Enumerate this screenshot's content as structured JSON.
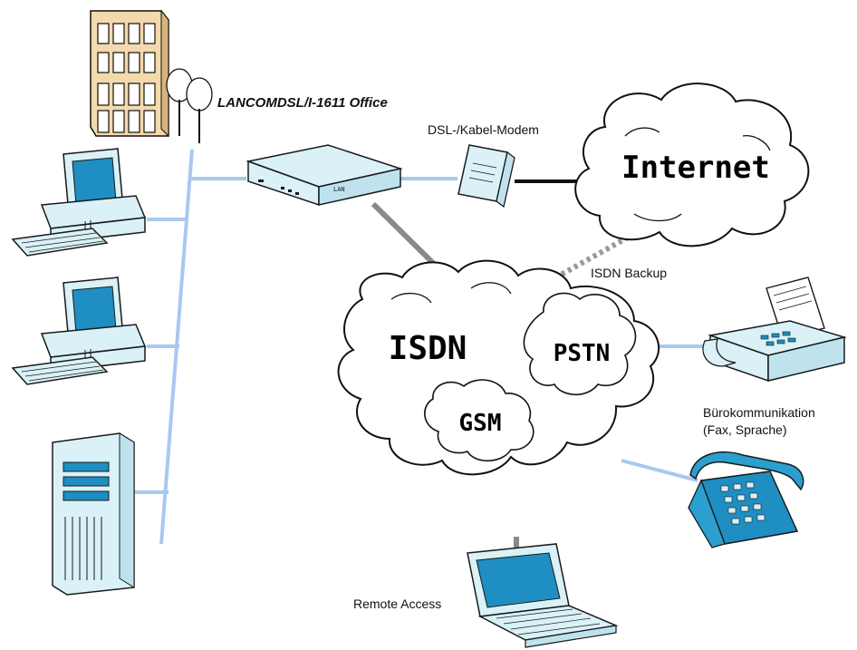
{
  "labels": {
    "router_name": "LANCOMDSL/I-1611 Office",
    "modem": "DSL-/Kabel-Modem",
    "isdn_backup": "ISDN Backup",
    "office_comm_line1": "Bürokommunikation",
    "office_comm_line2": "(Fax, Sprache)",
    "remote_access": "Remote Access"
  },
  "clouds": {
    "internet": "Internet",
    "isdn": "ISDN",
    "pstn": "PSTN",
    "gsm": "GSM"
  },
  "colors": {
    "lan_line": "#a8c8f0",
    "link_gray": "#8a8a8a",
    "device_fill": "#d9f1f7",
    "device_stroke": "#1a1a1a",
    "screen": "#1f8ec2"
  }
}
